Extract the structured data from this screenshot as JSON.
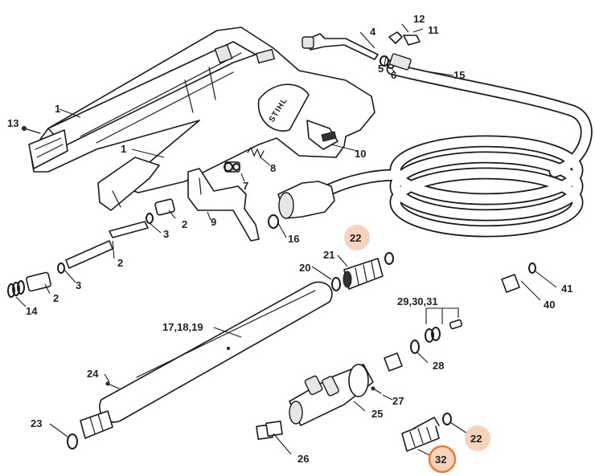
{
  "labels": {
    "p1a": "1",
    "p1b": "1",
    "p2a": "2",
    "p2b": "2",
    "p2c": "2",
    "p3a": "3",
    "p3b": "3",
    "p4": "4",
    "p5": "5",
    "p6": "6",
    "p7": "7",
    "p8": "8",
    "p9": "9",
    "p10": "10",
    "p11": "11",
    "p12": "12",
    "p13": "13",
    "p14": "14",
    "p15": "15",
    "p16": "16",
    "p171819": "17,18,19",
    "p20": "20",
    "p21": "21",
    "p22a": "22",
    "p22b": "22",
    "p23": "23",
    "p24": "24",
    "p25": "25",
    "p26": "26",
    "p27": "27",
    "p28": "28",
    "p293031": "29,30,31",
    "p32": "32",
    "p40": "40",
    "p41": "41"
  },
  "brand": "STIHL",
  "colors": {
    "highlight_fill": "#f7d2bd",
    "highlight_ring": "#ee7d2e",
    "line": "#1a1a1a",
    "text": "#222222"
  }
}
